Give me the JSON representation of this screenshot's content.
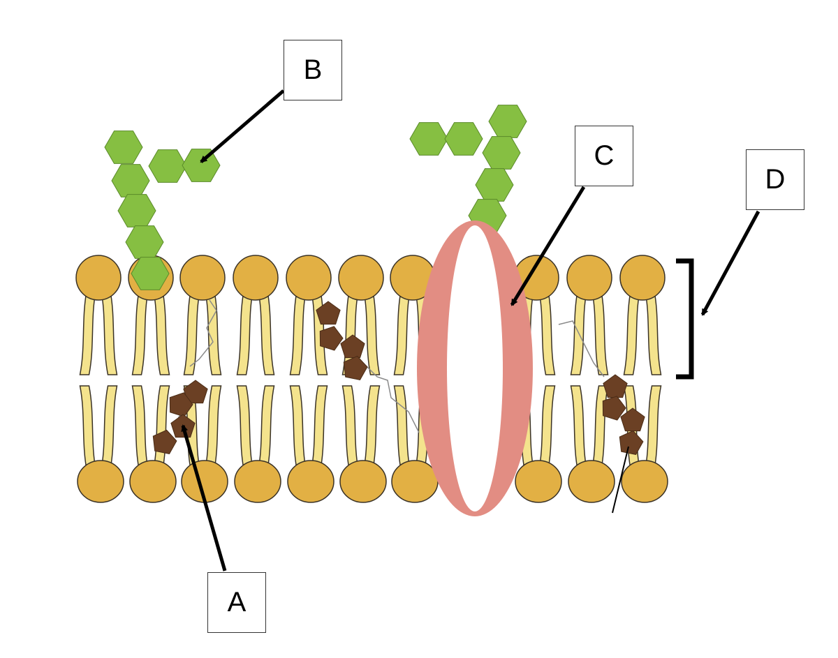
{
  "labels": {
    "a": "A",
    "b": "B",
    "c": "C",
    "d": "D"
  },
  "colors": {
    "phosphate_head": "#e2b044",
    "lipid_tail": "#f4e38d",
    "outline": "#3a3226",
    "carbohydrate": "#86bf42",
    "cholesterol": "#6b4024",
    "protein": "#e28d83",
    "arrow": "#000000"
  }
}
